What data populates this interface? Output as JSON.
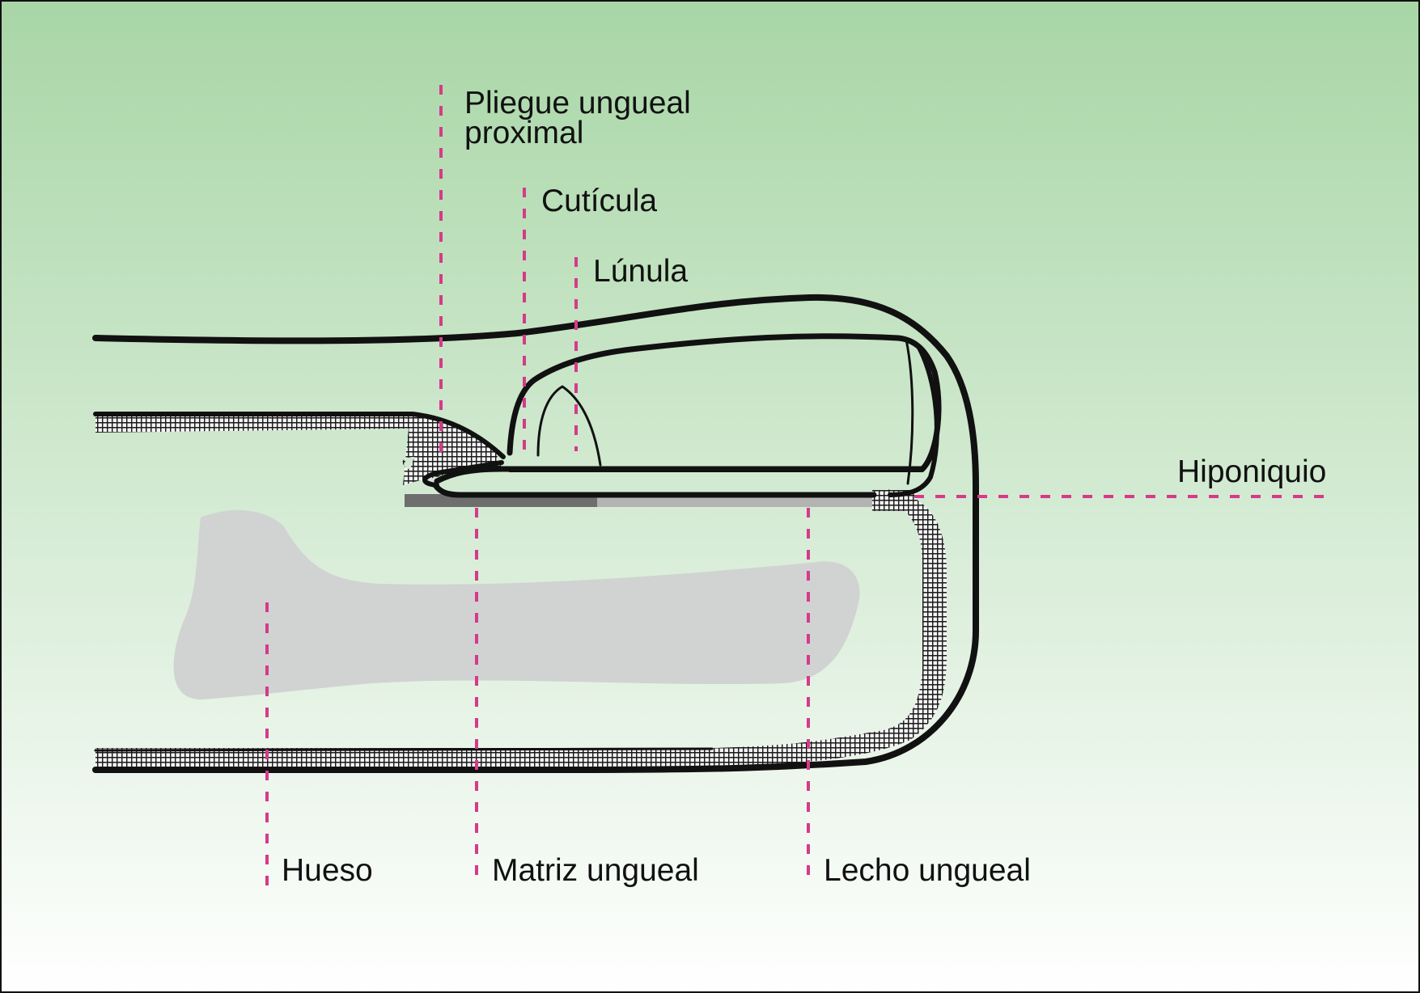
{
  "labels": {
    "pliegue_line1": "Pliegue ungueal",
    "pliegue_line2": "proximal",
    "cuticula": "Cutícula",
    "lunula": "Lúnula",
    "hiponiquio": "Hiponiquio",
    "hueso": "Hueso",
    "matriz": "Matriz ungueal",
    "lecho": "Lecho ungueal"
  },
  "colors": {
    "background_top": "#a8d6a6",
    "background_bottom": "#ffffff",
    "outline": "#111111",
    "leader_line": "#d63a8a",
    "bone": "#d0d3d2",
    "nail_matrix": "#6e6e6e",
    "nail_bed": "#b3b3b3"
  }
}
